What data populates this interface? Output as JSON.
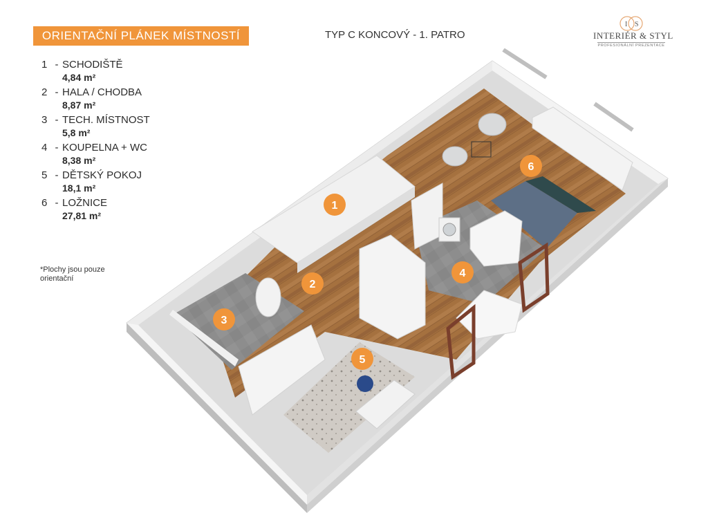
{
  "header": {
    "title": "ORIENTAČNÍ PLÁNEK MÍSTNOSTÍ",
    "plan_type": "TYP C  KONCOVÝ - 1. PATRO"
  },
  "logo": {
    "initials_left": "I",
    "initials_right": "S",
    "name": "INTERIÉR & STYL",
    "tagline": "PROFESIONÁLNÍ PREZENTACE"
  },
  "legend": [
    {
      "num": "1",
      "sep": "-",
      "name": "SCHODIŠTĚ",
      "area": "4,84 m²"
    },
    {
      "num": "2",
      "sep": "-",
      "name": "HALA / CHODBA",
      "area": "8,87 m²"
    },
    {
      "num": "3",
      "sep": "-",
      "name": "TECH. MÍSTNOST",
      "area": "5,8 m²"
    },
    {
      "num": "4",
      "sep": "-",
      "name": "KOUPELNA + WC",
      "area": "8,38 m²"
    },
    {
      "num": "5",
      "sep": "-",
      "name": "DĚTSKÝ POKOJ",
      "area": "18,1 m²"
    },
    {
      "num": "6",
      "sep": "-",
      "name": "LOŽNICE",
      "area": "27,81 m²"
    }
  ],
  "note": "*Plochy jsou pouze orientační",
  "rooms": [
    "1",
    "2",
    "3",
    "4",
    "5",
    "6"
  ],
  "colors": {
    "accent": "#f0953a",
    "wall": "#e6e6e6",
    "wood": "#a87446",
    "tile": "#8e8e8e",
    "bed": "#5d6f86"
  }
}
